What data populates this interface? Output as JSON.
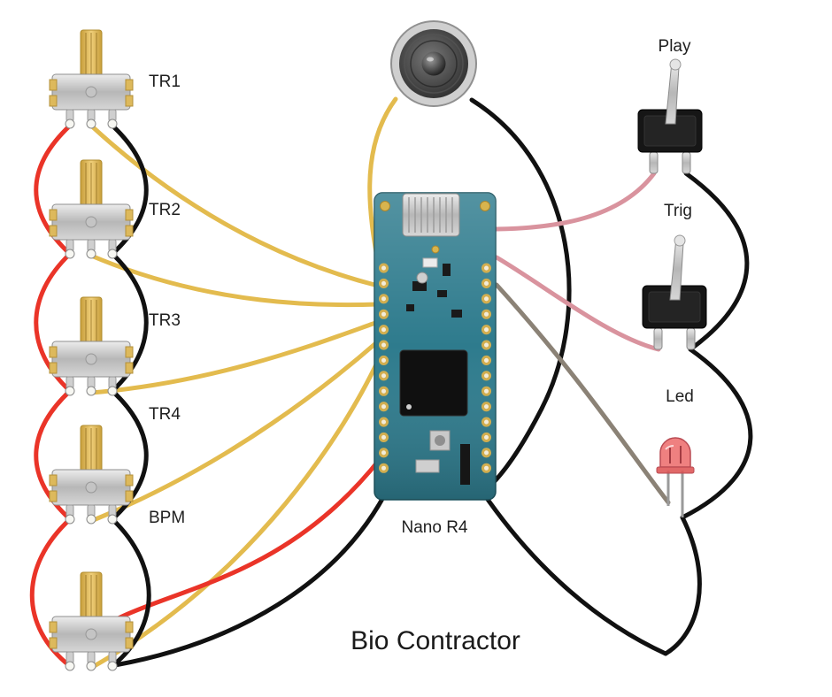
{
  "title": "Bio Contractor",
  "board": {
    "label": "Nano R4"
  },
  "components": {
    "potentiometers": [
      {
        "label": "TR1"
      },
      {
        "label": "TR2"
      },
      {
        "label": "TR3"
      },
      {
        "label": "TR4"
      },
      {
        "label": "BPM"
      }
    ],
    "switches": [
      {
        "label": "Play"
      },
      {
        "label": "Trig"
      }
    ],
    "led": {
      "label": "Led"
    }
  },
  "colors": {
    "wire_signal": "#e3bb4e",
    "wire_power": "#ea3428",
    "wire_ground": "#111111",
    "wire_switch": "#d9939e",
    "wire_led": "#8b8276",
    "pcb": "#2e7b8d",
    "background": "#ffffff"
  }
}
